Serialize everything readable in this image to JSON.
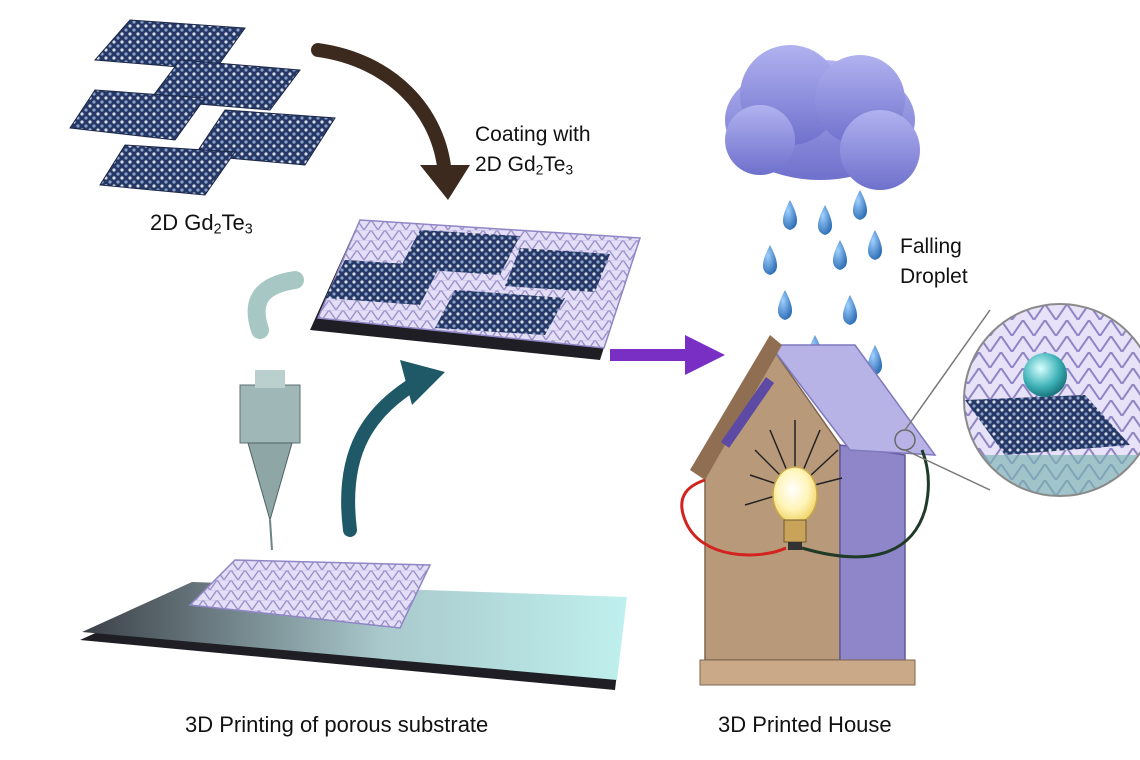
{
  "labels": {
    "material": {
      "prefix": "2D Gd",
      "sub1": "2",
      "mid": "Te",
      "sub2": "3"
    },
    "coating": {
      "line1": "Coating with",
      "prefix": "2D Gd",
      "sub1": "2",
      "mid": "Te",
      "sub2": "3"
    },
    "droplet": {
      "line1": "Falling",
      "line2": "Droplet"
    },
    "printing": "3D Printing of porous substrate",
    "house": "3D Printed House"
  },
  "colors": {
    "arrow_brown": "#3d2a1e",
    "arrow_teal": "#1f5968",
    "arrow_purple": "#7a2fc4",
    "cloud": "#8a8be0",
    "drop": "#3b7fc4",
    "house_wall_left": "#b89a7a",
    "house_wall_right": "#8e86c8",
    "roof": "#b7b3e6",
    "substrate": "#d9d2f0",
    "flake": "#2c3f6e",
    "plate": "#1e1e24"
  }
}
